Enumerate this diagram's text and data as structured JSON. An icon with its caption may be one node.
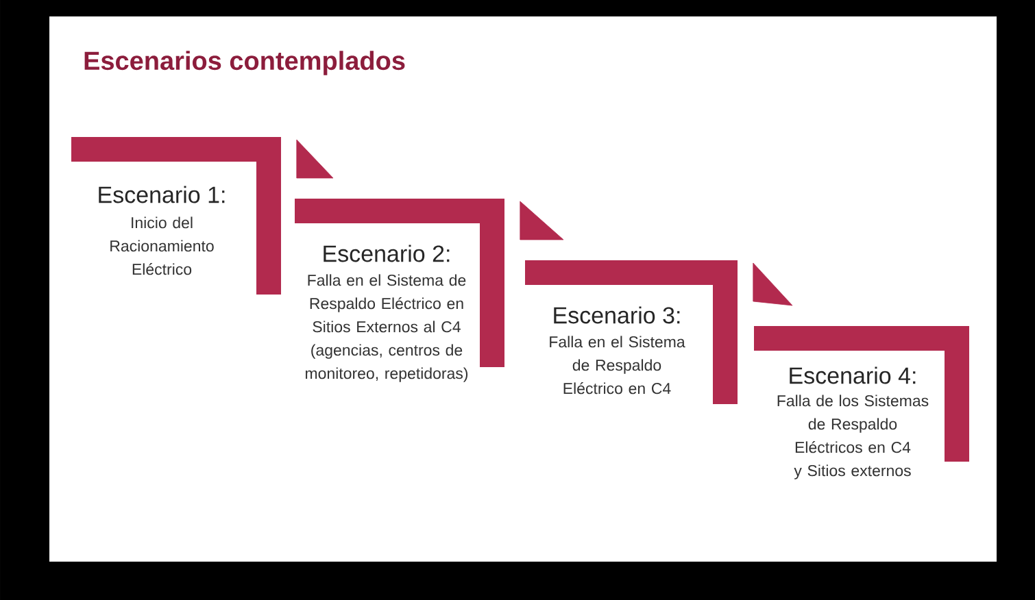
{
  "diagram": {
    "title": "Escenarios contemplados",
    "nodes": [
      {
        "text": [
          "Escenario 1:",
          "Inicio del Racionamiento Eléctrico"
        ]
      },
      {
        "text": [
          "Escenario 2:",
          "Falla en el Sistema de Respaldo Eléctrico en Sitios Externos al C4 (agencias, centros de monitoreo, repetidoras)"
        ]
      },
      {
        "text": [
          "Escenario 3:",
          "Falla en el Sistema de Respaldo Eléctrico en C4"
        ]
      },
      {
        "text": [
          "Escenario 4:",
          "Falla de los Sistemas de Respaldo Eléctricos en C4 y Sitios externos"
        ]
      }
    ],
    "edges": [
      {
        "from": 0,
        "to": 1,
        "arrow": "to"
      },
      {
        "from": 1,
        "to": 2,
        "arrow": "to"
      },
      {
        "from": 2,
        "to": 3,
        "arrow": "to"
      }
    ]
  }
}
